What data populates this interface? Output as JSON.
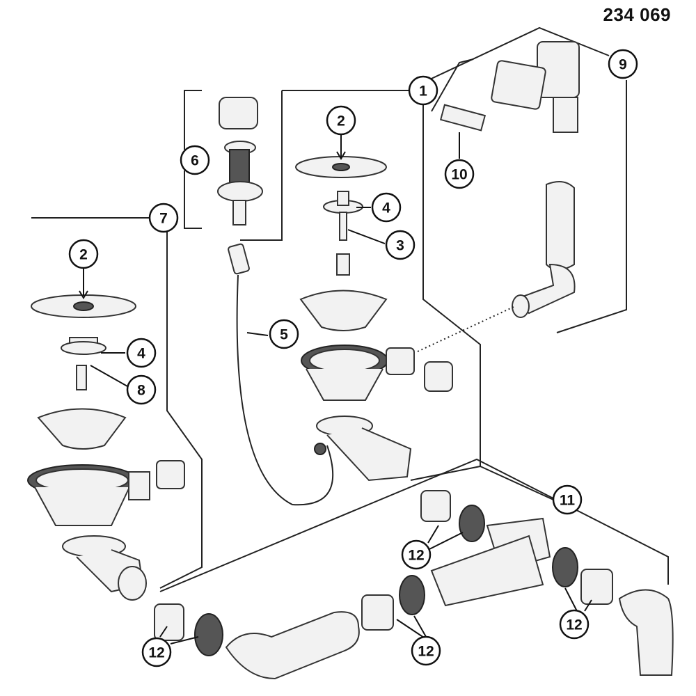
{
  "drawing_number": "234 069",
  "callouts": [
    {
      "label": "1"
    },
    {
      "label": "2"
    },
    {
      "label": "2"
    },
    {
      "label": "3"
    },
    {
      "label": "4"
    },
    {
      "label": "4"
    },
    {
      "label": "5"
    },
    {
      "label": "6"
    },
    {
      "label": "7"
    },
    {
      "label": "8"
    },
    {
      "label": "9"
    },
    {
      "label": "10"
    },
    {
      "label": "11"
    },
    {
      "label": "12"
    },
    {
      "label": "12"
    },
    {
      "label": "12"
    },
    {
      "label": "12"
    }
  ]
}
